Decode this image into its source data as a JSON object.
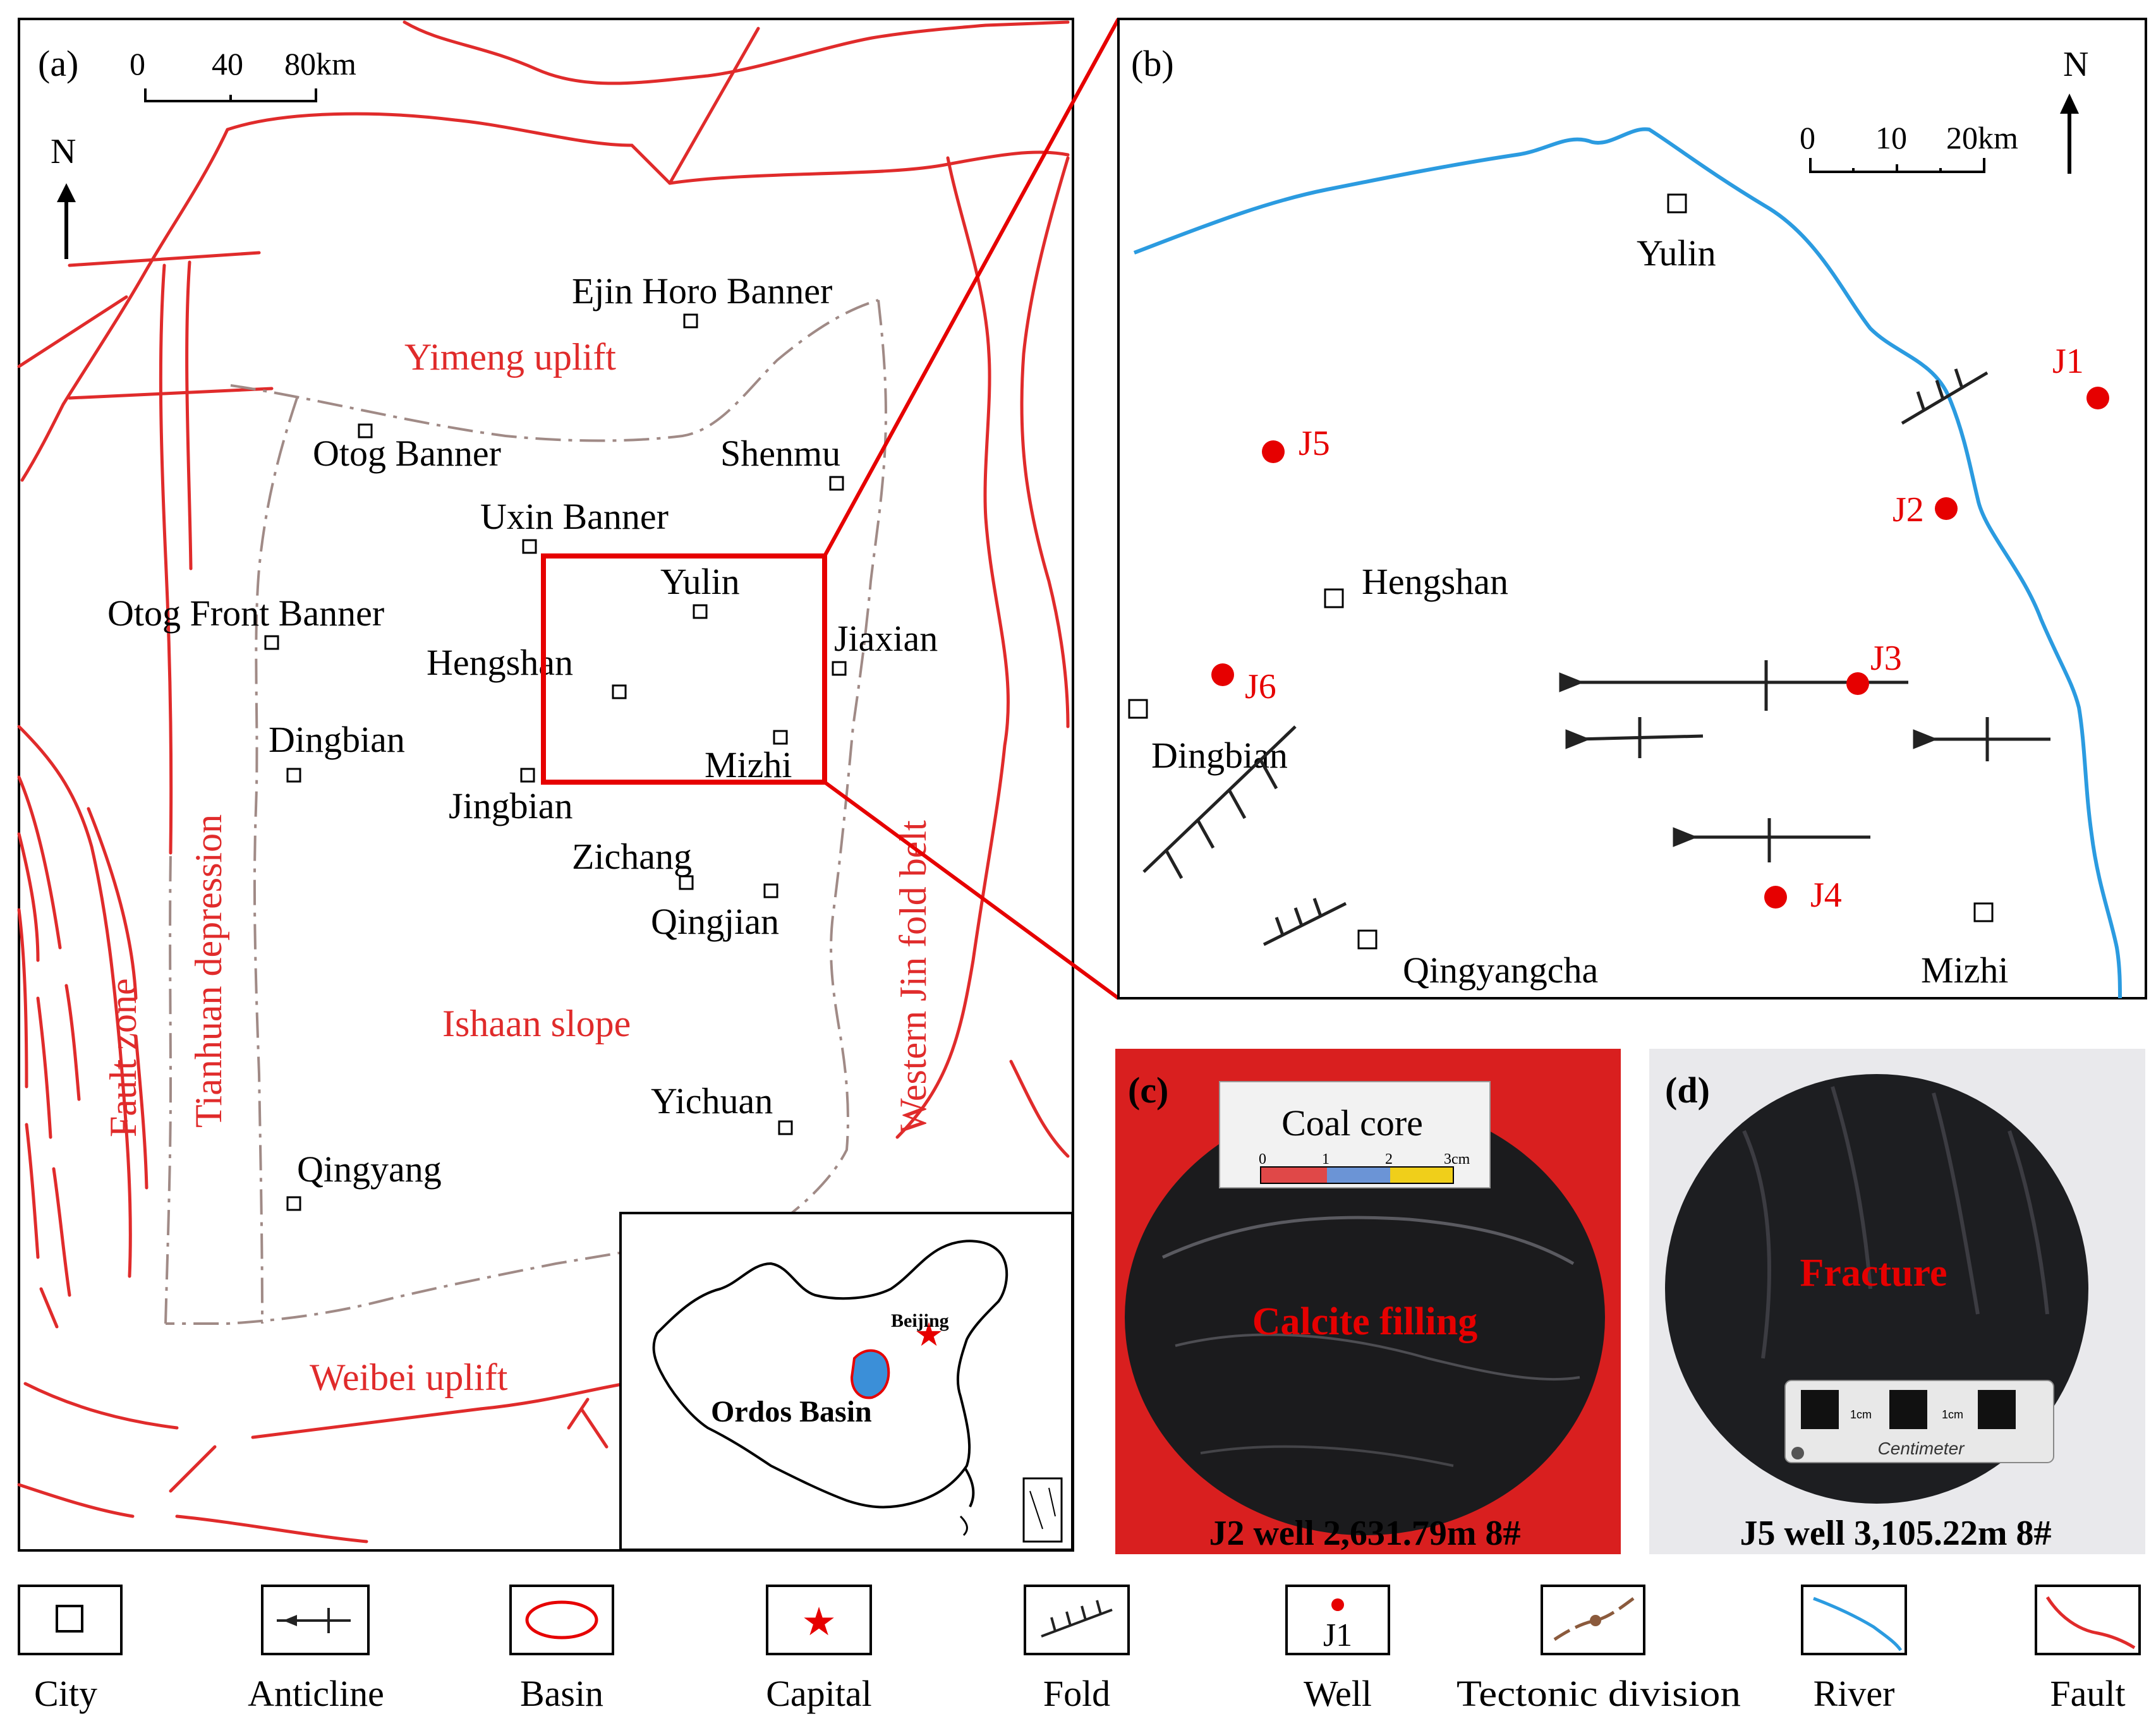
{
  "panel_a": {
    "label": "(a)",
    "scale": {
      "t0": "0",
      "t1": "40",
      "t2": "80km"
    },
    "north": "N",
    "cities": {
      "ejin": "Ejin Horo Banner",
      "otog": "Otog Banner",
      "shenmu": "Shenmu",
      "uxin": "Uxin Banner",
      "yulin": "Yulin",
      "otogfront": "Otog Front Banner",
      "hengshan": "Hengshan",
      "jiaxian": "Jiaxian",
      "dingbian": "Dingbian",
      "mizhi": "Mizhi",
      "jingbian": "Jingbian",
      "zichang": "Zichang",
      "qingjian": "Qingjian",
      "yichuan": "Yichuan",
      "qingyang": "Qingyang"
    },
    "units": {
      "yimeng": "Yimeng uplift",
      "ishaan": "Ishaan slope",
      "weibei": "Weibei uplift",
      "tianhuan": "Tianhuan depression",
      "fault_zone": "Fault zone",
      "western_jin": "Western Jin fold belt"
    },
    "inset": {
      "beijing": "Beijing",
      "basin": "Ordos Basin"
    }
  },
  "panel_b": {
    "label": "(b)",
    "north": "N",
    "scale": {
      "t0": "0",
      "t1": "10",
      "t2": "20km"
    },
    "cities": {
      "yulin": "Yulin",
      "hengshan": "Hengshan",
      "dingbian": "Dingbian",
      "qingyangcha": "Qingyangcha",
      "mizhi": "Mizhi"
    },
    "wells": [
      "J1",
      "J2",
      "J3",
      "J4",
      "J5",
      "J6"
    ]
  },
  "panel_c": {
    "label": "(c)",
    "card_title": "Coal core",
    "ruler": {
      "t0": "0",
      "t1": "1",
      "t2": "2",
      "t3": "3cm"
    },
    "annotation": "Calcite filling",
    "caption": "J2 well 2,631.79m 8#"
  },
  "panel_d": {
    "label": "(d)",
    "annotation": "Fracture",
    "scale_card": {
      "unit_a": "1cm",
      "unit_b": "1cm",
      "name": "Centimeter"
    },
    "caption": "J5 well 3,105.22m 8#"
  },
  "legend": [
    "City",
    "Anticline",
    "Basin",
    "Capital",
    "Fold",
    "Well",
    "Tectonic division",
    "River",
    "Fault"
  ],
  "legend_well_icon": "J1",
  "colors": {
    "fault": "#e02b2b",
    "label_red": "#e02b2b",
    "river": "#2b9be0",
    "tectonic": "#a08a86",
    "well": "#e60000",
    "basin_fill": "#3b8fd8",
    "photo_bg": "#d91f1f"
  }
}
